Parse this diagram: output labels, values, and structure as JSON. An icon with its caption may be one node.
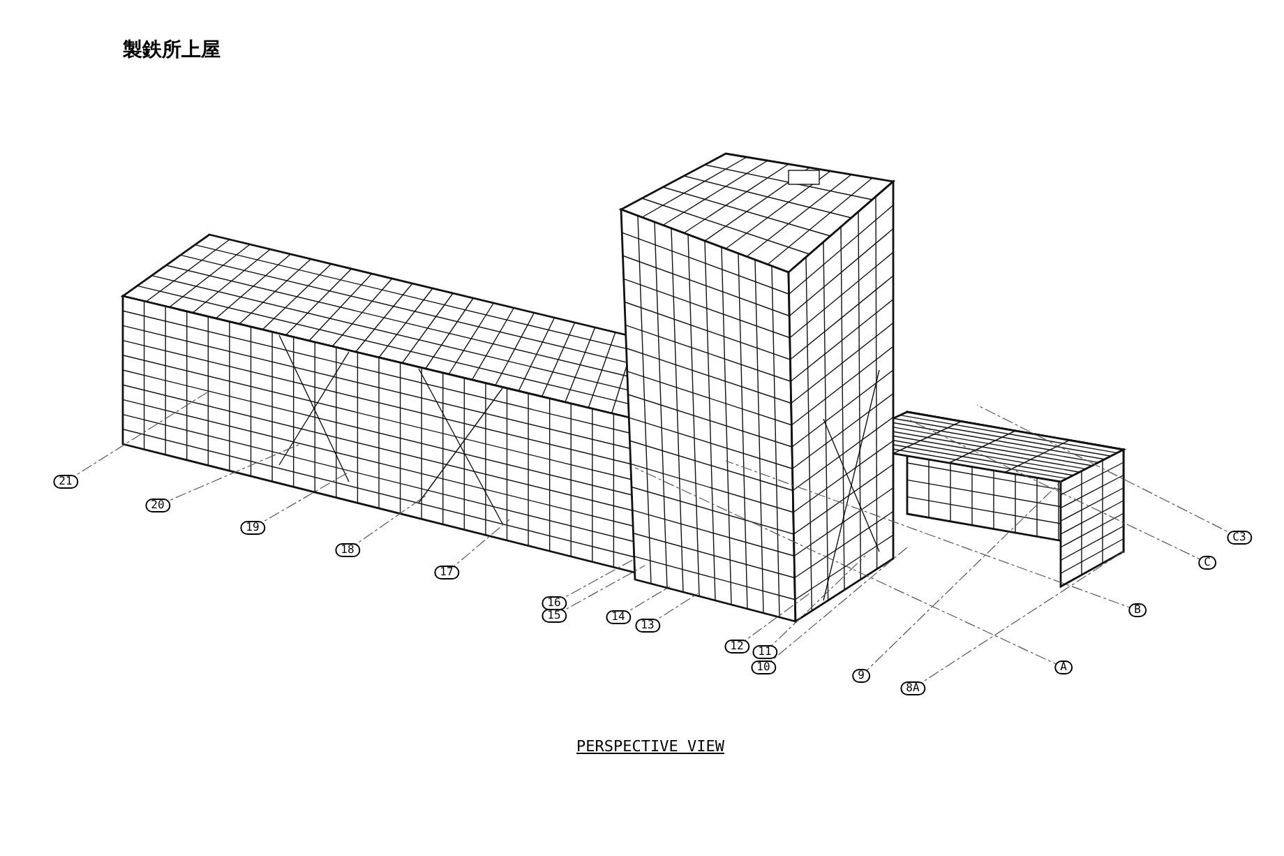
{
  "diagram": {
    "title": "製鉄所上屋",
    "caption": "PERSPECTIVE VIEW",
    "labels": [
      "21",
      "20",
      "19",
      "18",
      "17",
      "16",
      "15",
      "14",
      "13",
      "12",
      "11",
      "10",
      "9",
      "8A",
      "A",
      "B",
      "C",
      "C3"
    ]
  }
}
